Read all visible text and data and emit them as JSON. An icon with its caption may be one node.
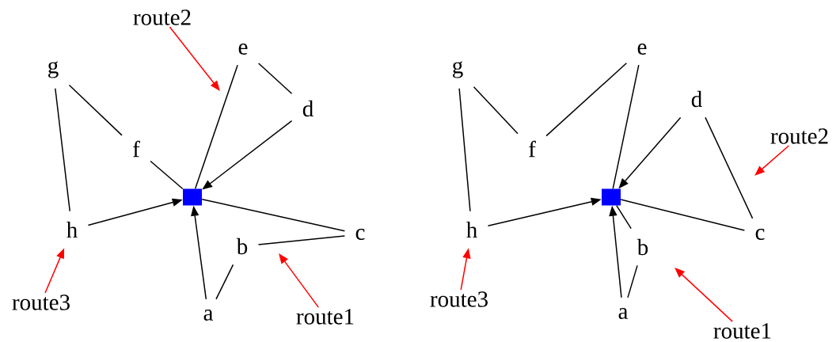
{
  "diagram": {
    "nodes": [
      {
        "text": [
          "route2"
        ]
      },
      {
        "text": [
          "e"
        ]
      },
      {
        "text": [
          "g"
        ]
      },
      {
        "text": [
          "d"
        ]
      },
      {
        "text": [
          "f"
        ]
      },
      {
        "text": [],
        "shape": "box"
      },
      {
        "text": [
          "h"
        ]
      },
      {
        "text": [
          "c"
        ]
      },
      {
        "text": [
          "b"
        ]
      },
      {
        "text": [
          "route3"
        ]
      },
      {
        "text": [
          "a"
        ]
      },
      {
        "text": [
          "route1"
        ]
      },
      {
        "text": [
          "e"
        ]
      },
      {
        "text": [
          "g"
        ]
      },
      {
        "text": [
          "d"
        ]
      },
      {
        "text": [
          "route2"
        ]
      },
      {
        "text": [
          "f"
        ]
      },
      {
        "text": [],
        "shape": "box"
      },
      {
        "text": [
          "h"
        ]
      },
      {
        "text": [
          "c"
        ]
      },
      {
        "text": [
          "b"
        ]
      },
      {
        "text": [
          "route3"
        ]
      },
      {
        "text": [
          "a"
        ]
      },
      {
        "text": [
          "route1"
        ]
      }
    ],
    "edges": [
      {
        "from": 1,
        "to": 5,
        "arrow": "none"
      },
      {
        "from": 3,
        "to": 5,
        "arrow": "to"
      },
      {
        "from": 6,
        "to": 5,
        "arrow": "to"
      },
      {
        "from": 10,
        "to": 5,
        "arrow": "to"
      },
      {
        "from": 5,
        "to": 7,
        "arrow": "none"
      },
      {
        "from": 2,
        "to": 6,
        "arrow": "none"
      },
      {
        "from": 2,
        "to": 4,
        "arrow": "none"
      },
      {
        "from": 4,
        "to": 5,
        "arrow": "none"
      },
      {
        "from": 1,
        "to": 3,
        "arrow": "none"
      },
      {
        "from": 8,
        "to": 7,
        "arrow": "none"
      },
      {
        "from": 10,
        "to": 8,
        "arrow": "none"
      },
      {
        "from": 11,
        "to": null,
        "arrow": "to",
        "color": "#ff0000"
      },
      {
        "from": 0,
        "to": null,
        "arrow": "to",
        "color": "#ff0000"
      },
      {
        "from": 9,
        "to": 6,
        "arrow": "to",
        "color": "#ff0000"
      },
      {
        "from": 12,
        "to": 17,
        "arrow": "none"
      },
      {
        "from": 14,
        "to": 17,
        "arrow": "to"
      },
      {
        "from": 18,
        "to": 17,
        "arrow": "to"
      },
      {
        "from": 22,
        "to": 17,
        "arrow": "to"
      },
      {
        "from": 17,
        "to": 20,
        "arrow": "none"
      },
      {
        "from": 17,
        "to": 19,
        "arrow": "none"
      },
      {
        "from": 13,
        "to": 18,
        "arrow": "none"
      },
      {
        "from": 13,
        "to": 16,
        "arrow": "none"
      },
      {
        "from": 16,
        "to": 12,
        "arrow": "none"
      },
      {
        "from": 14,
        "to": 19,
        "arrow": "none"
      },
      {
        "from": 22,
        "to": 20,
        "arrow": "none"
      },
      {
        "from": 23,
        "to": null,
        "arrow": "to",
        "color": "#ff0000"
      },
      {
        "from": 15,
        "to": null,
        "arrow": "to",
        "color": "#ff0000"
      },
      {
        "from": 21,
        "to": 18,
        "arrow": "to",
        "color": "#ff0000"
      }
    ]
  }
}
